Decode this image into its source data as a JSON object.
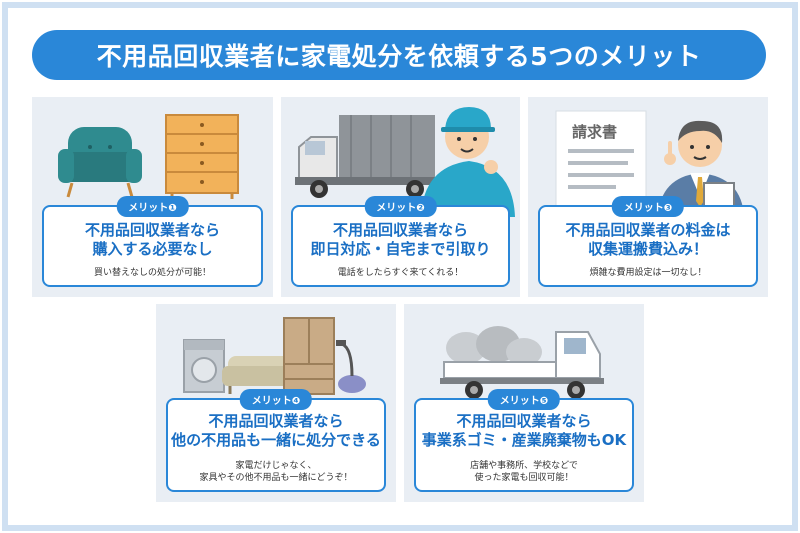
{
  "title": "不用品回収業者に家電処分を依頼する5つのメリット",
  "colors": {
    "accent": "#2a87d8",
    "headline": "#1a6fc4",
    "frame": "#cfe0f2",
    "card_bg": "#e9eef4"
  },
  "cards": [
    {
      "badge": "メリット❶",
      "lines": [
        "不用品回収業者なら",
        "購入する必要なし"
      ],
      "sub": [
        "買い替えなしの処分が可能！"
      ],
      "icons": [
        "armchair-icon",
        "drawer-chest-icon"
      ]
    },
    {
      "badge": "メリット❷",
      "lines": [
        "不用品回収業者なら",
        "即日対応・自宅まで引取り"
      ],
      "sub": [
        "電話をしたらすぐ来てくれる！"
      ],
      "icons": [
        "truck-icon",
        "worker-icon"
      ]
    },
    {
      "badge": "メリット❸",
      "lines": [
        "不用品回収業者の料金は",
        "収集運搬費込み！"
      ],
      "sub": [
        "煩雑な費用設定は一切なし！"
      ],
      "icons": [
        "invoice-icon",
        "businessman-icon"
      ],
      "invoice_label": "請求書"
    },
    {
      "badge": "メリット❹",
      "lines": [
        "不用品回収業者なら",
        "他の不用品も一緒に処分できる"
      ],
      "sub": [
        "家電だけじゃなく、",
        "家具やその他不用品も一緒にどうぞ！"
      ],
      "icons": [
        "washing-machine-icon",
        "sofa-icon",
        "cabinet-icon",
        "vacuum-icon"
      ]
    },
    {
      "badge": "メリット❺",
      "lines": [
        "不用品回収業者なら",
        "事業系ゴミ・産業廃棄物もOK"
      ],
      "sub": [
        "店舗や事務所、学校などで",
        "使った家電も回収可能！"
      ],
      "icons": [
        "garbage-truck-icon"
      ]
    }
  ]
}
